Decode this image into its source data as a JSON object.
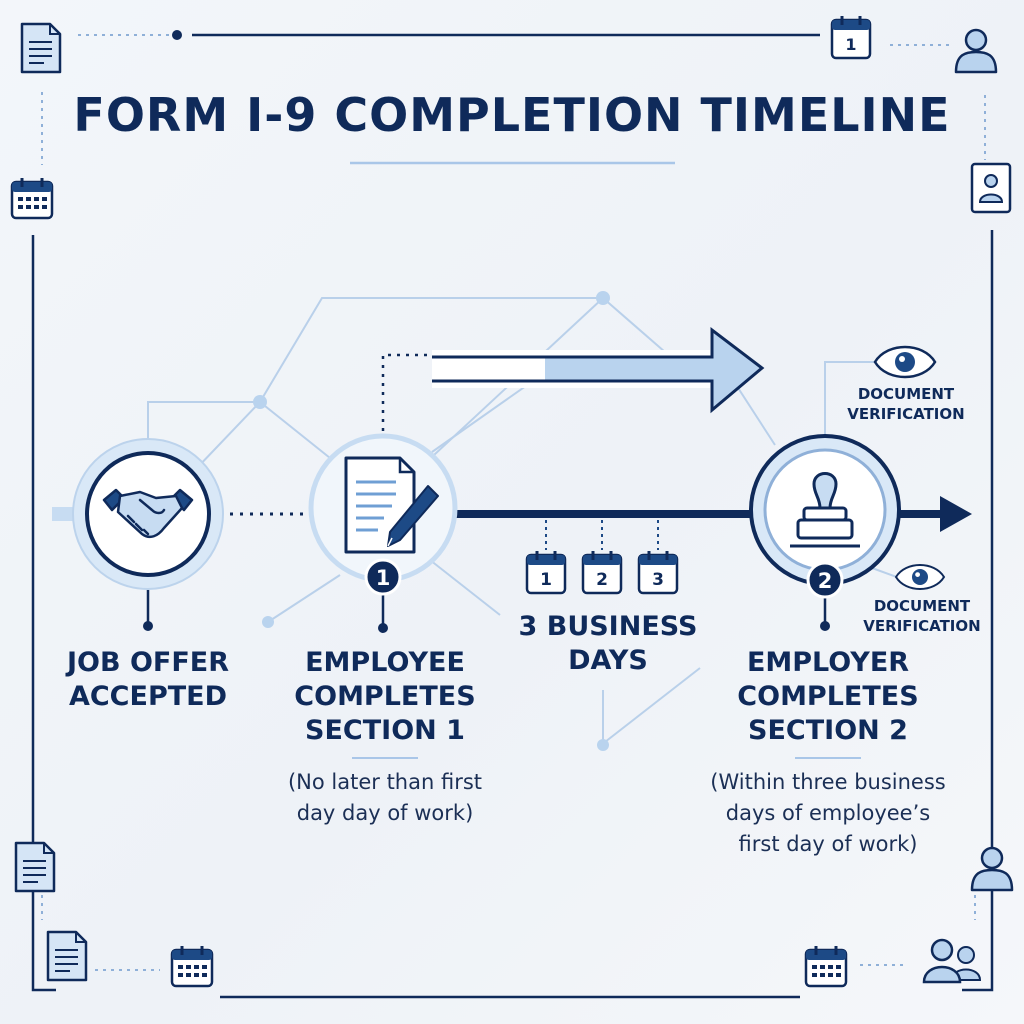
{
  "title": "FORM I-9 COMPLETION TIMELINE",
  "steps": [
    {
      "label_line1": "JOB OFFER",
      "label_line2": "ACCEPTED",
      "icon": "handshake-icon"
    },
    {
      "label_line1": "EMPLOYEE",
      "label_line2": "COMPLETES",
      "label_line3": "SECTION 1",
      "badge": "1",
      "note_line1": "(No later than first",
      "note_line2": "day day of work)",
      "icon": "form-pen-icon"
    },
    {
      "label_line1": "EMPLOYER",
      "label_line2": "COMPLETES",
      "label_line3": "SECTION 2",
      "badge": "2",
      "note_line1": "(Within three business",
      "note_line2": "days of employee’s",
      "note_line3": "first day of work)",
      "icon": "stamp-icon"
    }
  ],
  "business_days": {
    "line1": "3 BUSINESS",
    "line2": "DAYS",
    "day_numbers": [
      "1",
      "2",
      "3"
    ]
  },
  "verification": [
    {
      "line1": "DOCUMENT",
      "line2": "VERIFICATION"
    },
    {
      "line1": "DOCUMENT",
      "line2": "VERIFICATION"
    }
  ],
  "corner_calendar_number": "1",
  "colors": {
    "navy": "#0f2a5a",
    "light_blue": "#b9d3ee",
    "mid_blue": "#6f9fd4",
    "background": "#f3f6fa"
  }
}
